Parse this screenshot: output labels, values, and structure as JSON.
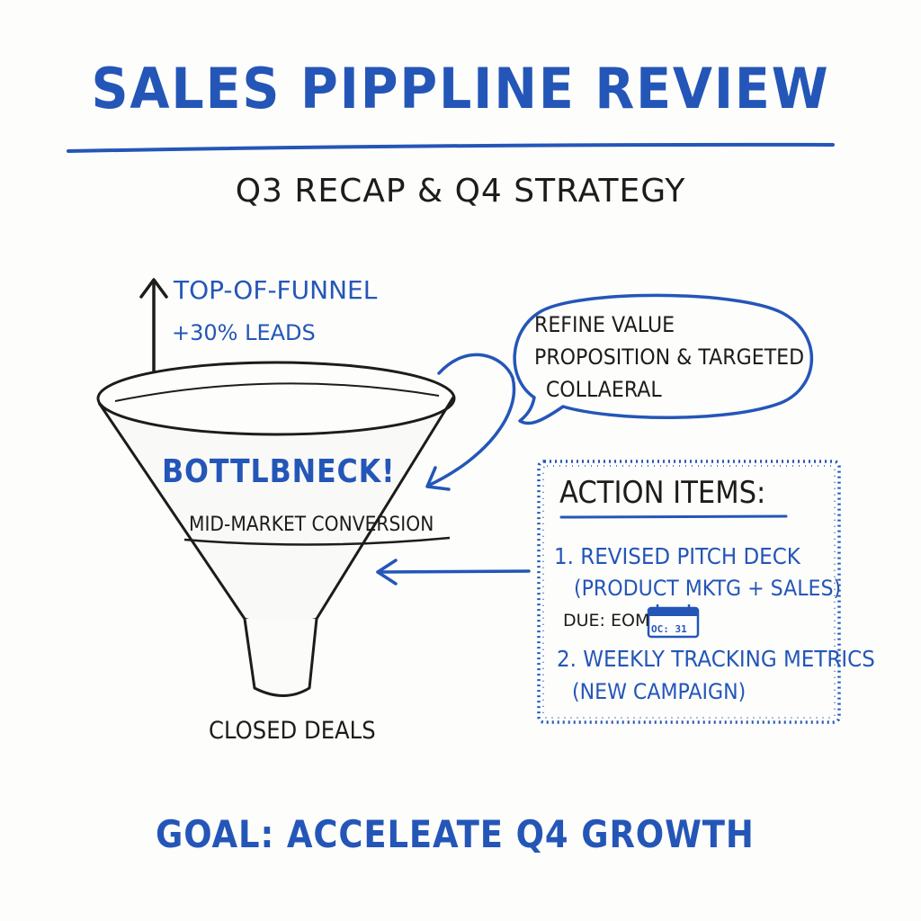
{
  "title": "SALES PIPPLINE REVIEW",
  "subtitle": "Q3 RECAP & Q4 STRATEGY",
  "top_of_funnel": {
    "label": "TOP-OF-FUNNEL",
    "metric": "+30% LEADS"
  },
  "funnel": {
    "bottleneck_label": "BOTTLBNECK!",
    "mid_market_label": "MID-MARKET CONVERSION",
    "closed_label": "CLOSED DEALS"
  },
  "callout": {
    "lines": [
      "REFINE VALUE",
      "PROPOSITION & TARGETED",
      "COLLAERAL"
    ]
  },
  "action_items": {
    "header": "ACTION ITEMS:",
    "item1": "1. REVISED PITCH DECK",
    "item1_detail": "(PRODUCT MKTG + SALES)",
    "due": "DUE: EOM",
    "calendar_text": "OC: 31",
    "item2": "2. WEEKLY TRACKING METRICS",
    "item2_detail": "(NEW CAMPAIGN)"
  },
  "goal": "GOAL: ACCELEATE Q4 GROWTH",
  "colors": {
    "accent_blue": "#2456b8",
    "ink": "#1c1c1c",
    "background": "#fdfdfb"
  }
}
